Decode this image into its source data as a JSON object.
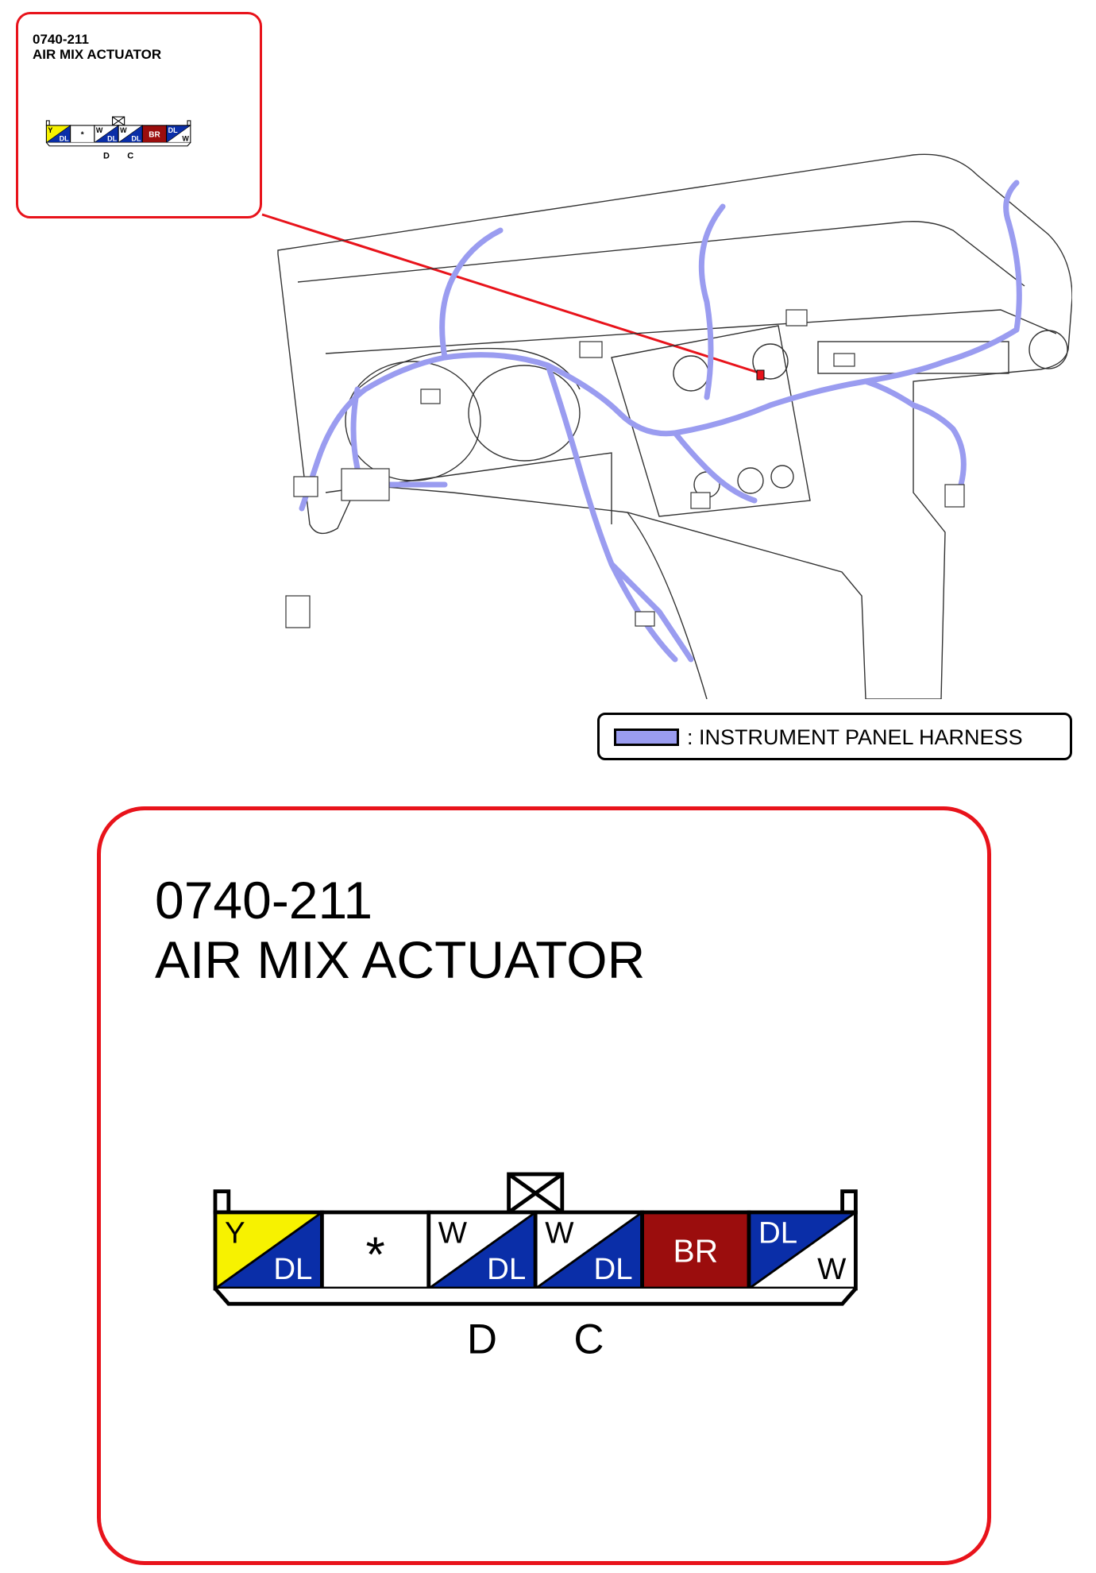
{
  "connector": {
    "code": "0740-211",
    "name": "AIR MIX ACTUATOR",
    "pins": [
      {
        "top": "Y",
        "bottom": "DL",
        "top_color": "#f7f200",
        "bottom_color": "#0a2ea8"
      },
      {
        "label": "*",
        "fill": "#ffffff"
      },
      {
        "top": "W",
        "bottom": "DL",
        "top_color": "#ffffff",
        "bottom_color": "#0a2ea8"
      },
      {
        "top": "W",
        "bottom": "DL",
        "top_color": "#ffffff",
        "bottom_color": "#0a2ea8"
      },
      {
        "label": "BR",
        "fill": "#9b0d0d"
      },
      {
        "top": "DL",
        "bottom": "W",
        "top_color": "#0a2ea8",
        "bottom_color": "#ffffff"
      }
    ],
    "pin_labels_below": [
      "D",
      "C"
    ]
  },
  "legend": {
    "label": ": INSTRUMENT PANEL HARNESS",
    "swatch_color": "#9a9cf0"
  },
  "colors": {
    "callout_border": "#e8131b",
    "harness": "#9a9cf0",
    "highlight": "#e8131b"
  }
}
